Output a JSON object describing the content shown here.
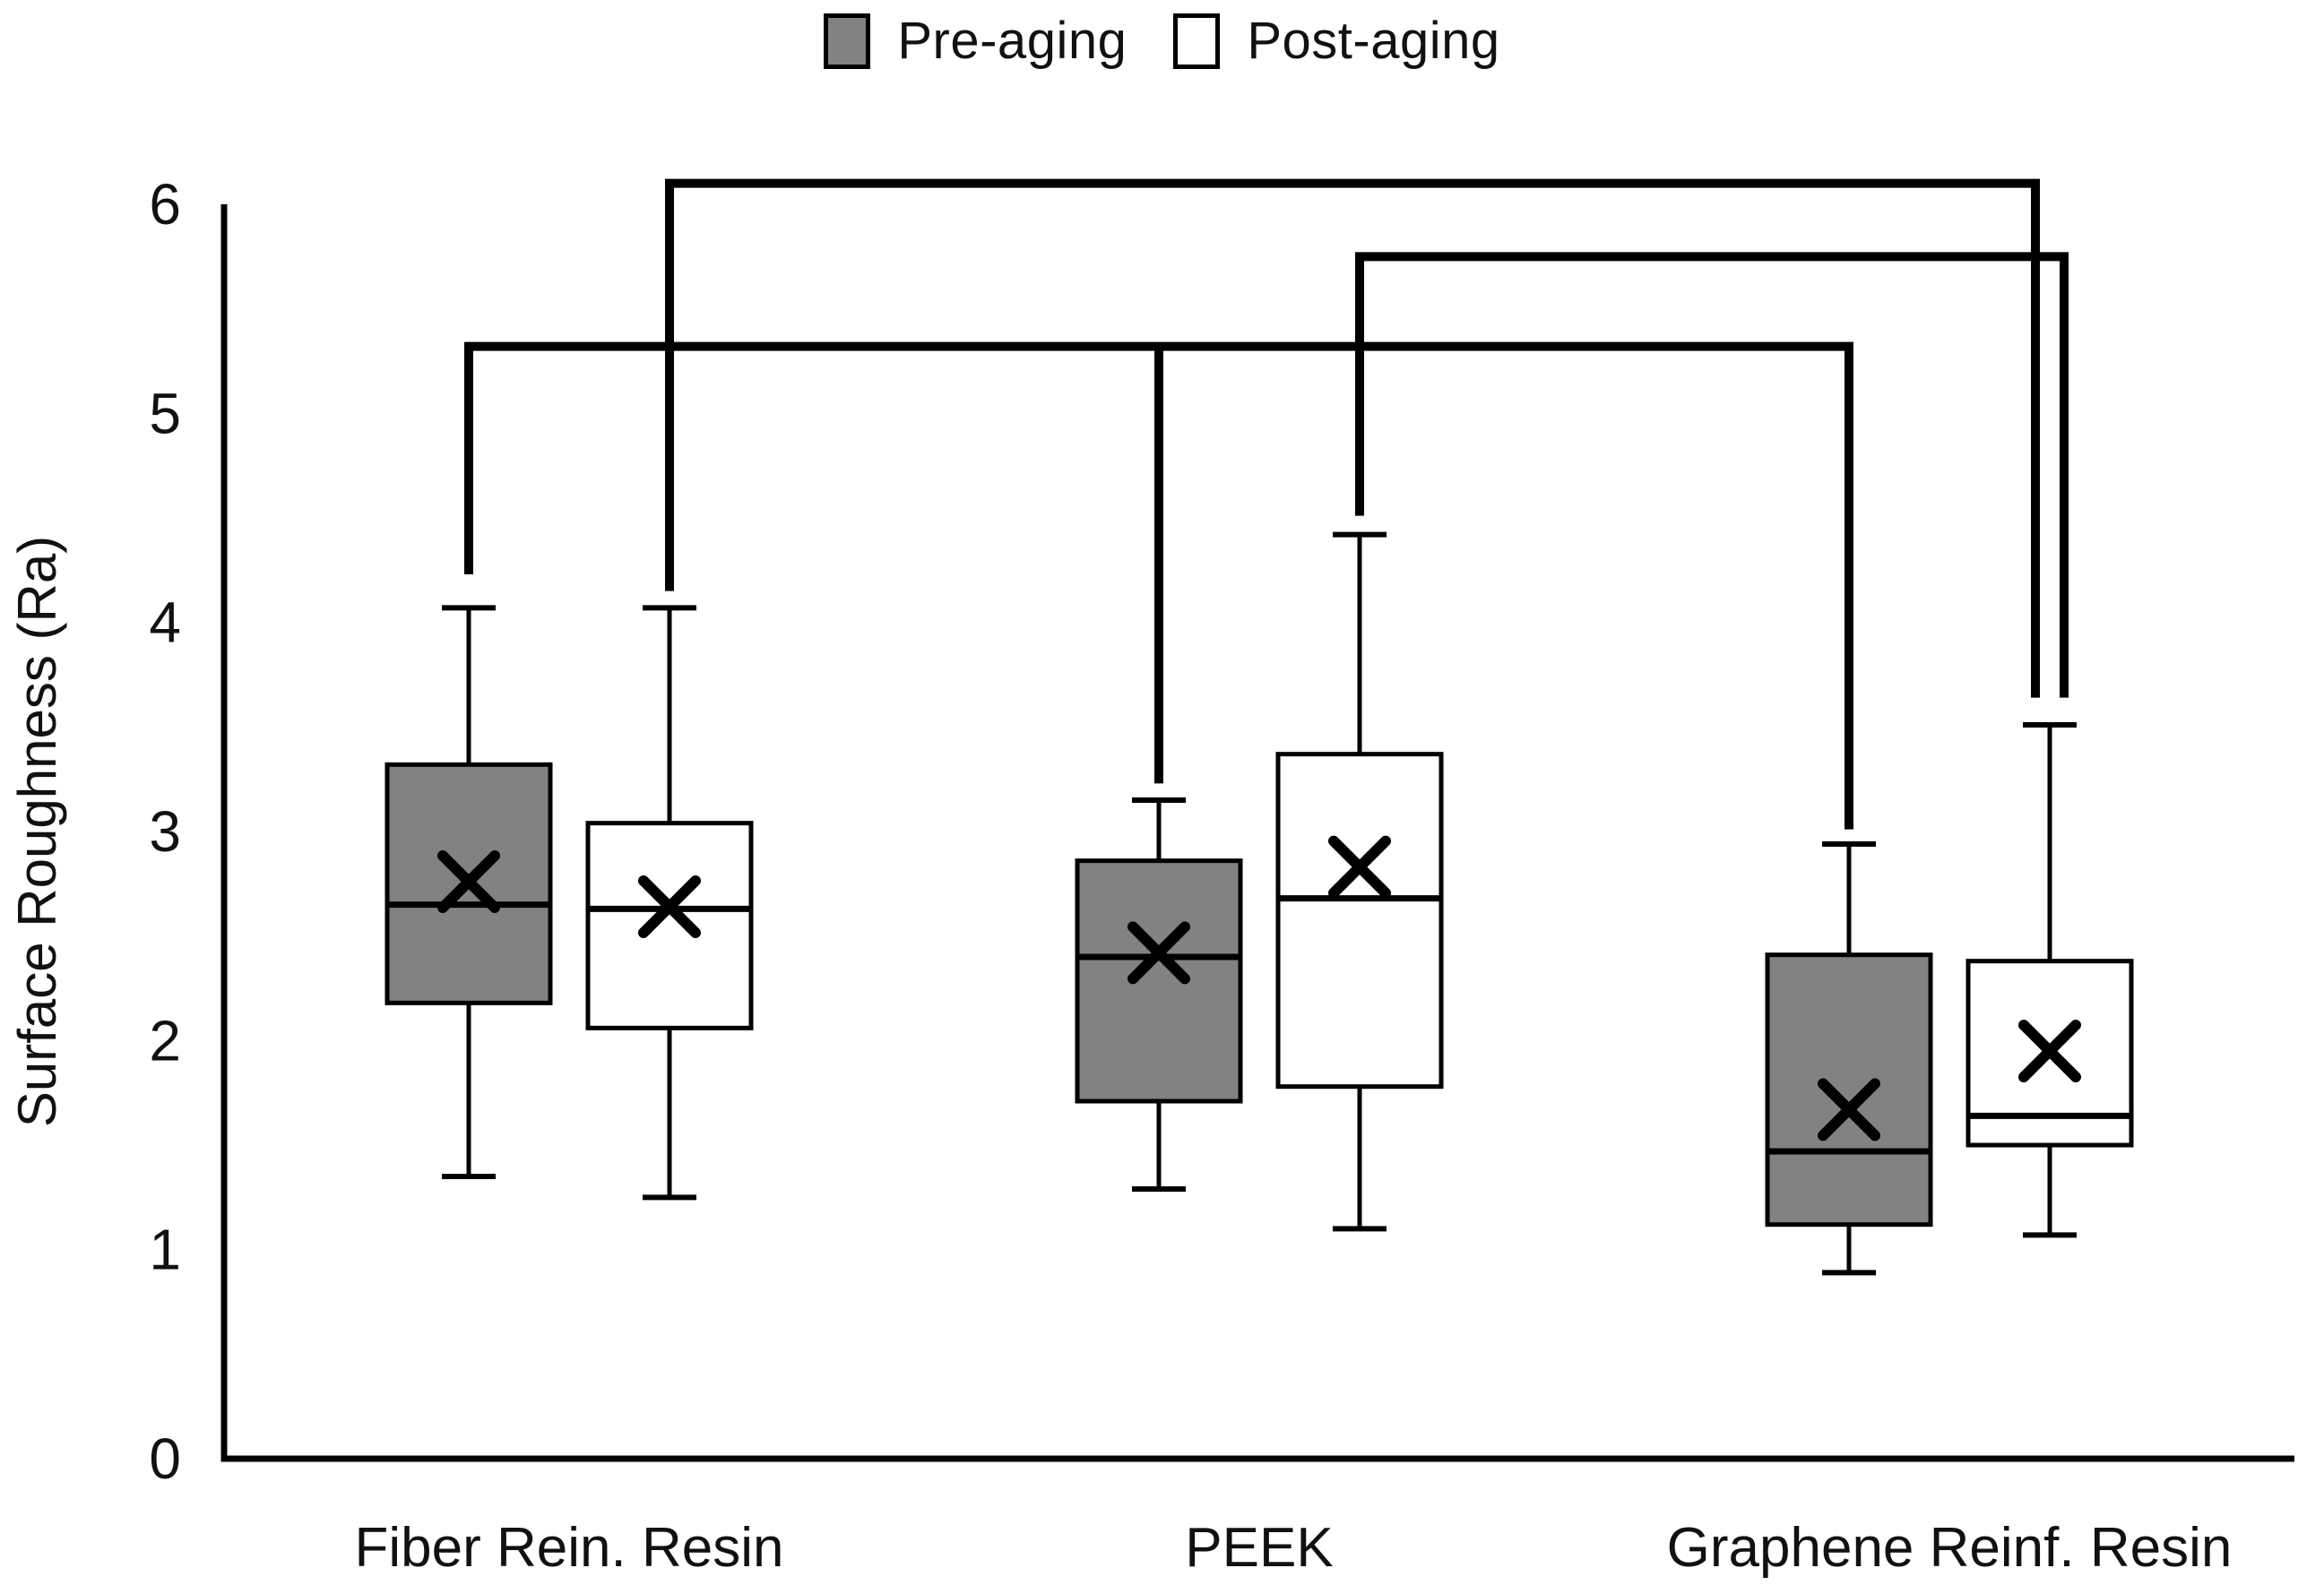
{
  "legend": {
    "position": "top-center",
    "items": [
      {
        "label": "Pre-aging",
        "fill": "#828282"
      },
      {
        "label": "Post-aging",
        "fill": "#ffffff"
      }
    ]
  },
  "chart_data": {
    "type": "boxplot",
    "title": "",
    "ylabel": "Surface Roughness (Ra)",
    "xlabel": "",
    "ylim": [
      0,
      6
    ],
    "yticks": [
      "0",
      "1",
      "2",
      "3",
      "4",
      "5",
      "6"
    ],
    "grid": false,
    "legend_position": "top-center",
    "categories": [
      "Fiber Rein. Resin",
      "PEEK",
      "Graphene Reinf. Resin"
    ],
    "series": [
      {
        "name": "Pre-aging",
        "fill": "#828282",
        "boxes": [
          {
            "whisker_low": 1.35,
            "q1": 2.18,
            "median": 2.65,
            "mean": 2.76,
            "q3": 3.32,
            "whisker_high": 4.07
          },
          {
            "whisker_low": 1.29,
            "q1": 1.71,
            "median": 2.4,
            "mean": 2.42,
            "q3": 2.86,
            "whisker_high": 3.15
          },
          {
            "whisker_low": 0.89,
            "q1": 1.12,
            "median": 1.47,
            "mean": 1.67,
            "q3": 2.41,
            "whisker_high": 2.94
          }
        ]
      },
      {
        "name": "Post-aging",
        "fill": "#ffffff",
        "boxes": [
          {
            "whisker_low": 1.25,
            "q1": 2.06,
            "median": 2.63,
            "mean": 2.64,
            "q3": 3.04,
            "whisker_high": 4.07
          },
          {
            "whisker_low": 1.1,
            "q1": 1.78,
            "median": 2.68,
            "mean": 2.83,
            "q3": 3.37,
            "whisker_high": 4.42
          },
          {
            "whisker_low": 1.07,
            "q1": 1.5,
            "median": 1.64,
            "mean": 1.95,
            "q3": 2.38,
            "whisker_high": 3.51
          }
        ]
      }
    ],
    "significance_brackets": [
      {
        "level": 6.1,
        "from": {
          "series": 1,
          "group": 0
        },
        "drop_from_to": 4.15,
        "to": {
          "series": 1,
          "group": 2
        },
        "drop_to_to": 3.64,
        "to_x_offset": -16
      },
      {
        "level": 5.75,
        "from": {
          "series": 1,
          "group": 1
        },
        "drop_from_to": 4.51,
        "to": {
          "series": 1,
          "group": 2
        },
        "drop_to_to": 3.64,
        "to_x_offset": 16
      },
      {
        "level": 5.32,
        "from": {
          "series": 0,
          "group": 0
        },
        "drop_from_to": 4.23,
        "to": {
          "series": 0,
          "group": 2
        },
        "drop_to_to": 3.01,
        "mid": {
          "series": 0,
          "group": 1,
          "drop_to": 3.23
        }
      }
    ]
  }
}
